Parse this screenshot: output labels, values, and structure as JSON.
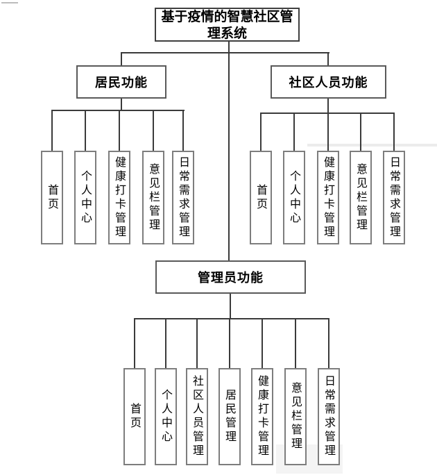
{
  "diagram": {
    "root": {
      "label": "基于疫情的智慧社区管理系统",
      "lines": [
        "基于疫情的智慧社区管",
        "理系统"
      ]
    },
    "branches": [
      {
        "label": "居民功能",
        "children": [
          "首页",
          "个人中心",
          "健康打卡管理",
          "意见栏管理",
          "日常需求管理"
        ]
      },
      {
        "label": "社区人员功能",
        "children": [
          "首页",
          "个人中心",
          "健康打卡管理",
          "意见栏管理",
          "日常需求管理"
        ]
      },
      {
        "label": "管理员功能",
        "children": [
          "首页",
          "个人中心",
          "社区人员管理",
          "居民管理",
          "健康打卡管理",
          "意见栏管理",
          "日常需求管理"
        ]
      }
    ],
    "colors": {
      "line": "#3a3a3a",
      "root_border": "#3f3f3f",
      "branch_border": "#595959",
      "leaf_border": "#7d7d7d",
      "text": "#000000",
      "background": "#ffffff"
    }
  }
}
